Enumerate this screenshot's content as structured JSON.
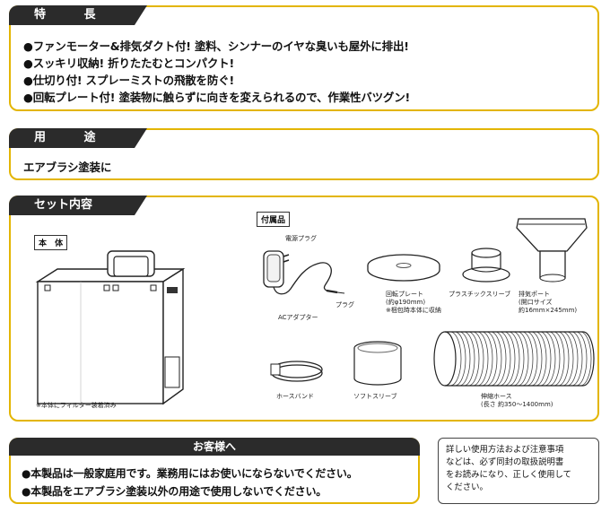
{
  "features": {
    "title": "特 長",
    "items": [
      "●ファンモーター&排気ダクト付! 塗料、シンナーのイヤな臭いも屋外に排出!",
      "●スッキリ収納! 折りたたむとコンパクト!",
      "●仕切り付! スプレーミストの飛散を防ぐ!",
      "●回転プレート付! 塗装物に触らずに向きを変えられるので、作業性バツグン!"
    ]
  },
  "usage": {
    "title": "用 途",
    "text": "エアブラシ塗装に"
  },
  "set_contents": {
    "title": "セット内容",
    "main_unit": {
      "label": "本 体",
      "note": "※本体にフィルター装着済み"
    },
    "accessories": {
      "label": "付属品",
      "power_plug": "電源プラグ",
      "plug": "プラグ",
      "ac_adapter": "ACアダプター",
      "rotating_plate": [
        "回転プレート",
        "(約φ190mm)",
        "※梱包時本体に収納"
      ],
      "plastic_sleeve": "プラスチックスリーブ",
      "exhaust_port": [
        "排気ポート",
        "(開口サイズ",
        "約16mm×245mm)"
      ],
      "hose_band": "ホースバンド",
      "soft_sleeve": "ソフトスリーブ",
      "hose": [
        "伸縮ホース",
        "(長さ 約350～1400mm)"
      ]
    }
  },
  "customer": {
    "title": "お客様へ",
    "items": [
      "●本製品は一般家庭用です。業務用にはお使いにならないでください。",
      "●本製品をエアブラシ塗装以外の用途で使用しないでください。"
    ]
  },
  "side_note": [
    "詳しい使用方法および注意事項",
    "などは、必ず同封の取扱説明書",
    "をお読みになり、正しく使用して",
    "ください。"
  ],
  "colors": {
    "border": "#e3b500",
    "tab": "#2b2b2b"
  }
}
